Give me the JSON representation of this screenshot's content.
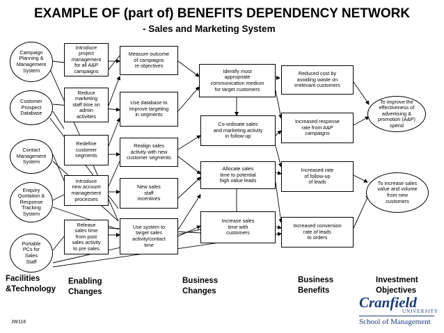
{
  "header": {
    "title": "EXAMPLE OF (part of) BENEFITS DEPENDENCY NETWORK",
    "subtitle": "- Sales and Marketing System"
  },
  "columns": {
    "facilities": "Facilities\n&Technology",
    "enabling": "Enabling\nChanges",
    "business_changes": "Business\nChanges",
    "business_benefits": "Business\nBenefits",
    "objectives": "Investment\nObjectives"
  },
  "nodes": {
    "it1": "Campaign\nPlanning &\nManagement\nSystem",
    "it2": "Customer\nProspect\nDatabase",
    "it3": "Contact\nManagement\nSystem",
    "it4": "Enquiry\nQuotation &\nResponse\nTracking\nSystem",
    "it5": "Portable\nPCs for\nSales\nStaff",
    "en1": "Introduce\nproject\nmanagement\nfor all A&P\ncampaigns",
    "en2": "Reduce\nmarketing\nstaff time on\nadmin\nactivities",
    "en3": "Redefine\ncustomer\nsegments",
    "en4": "Introduce\nnew account\nmanagement\nprocesses",
    "en5": "Release\nsales time\nfrom post\nsales activity\nto pre sales",
    "bc1": "Measure outcome\nof campaigns\nre objectives",
    "bc2": "Use database to\nimprove targeting\nin segments",
    "bc3": "Realign sales\nactivity with new\ncustomer segments",
    "bc4": "New sales\nstaff\nincentives",
    "bc5": "Use system to\ntarget sales\nactivity/contact\ntime",
    "bc6": "Identify most\nappropriate\ncommunication medium\nfor target customers",
    "bc7": "Co-ordinate sales\nand marketing activity\nin follow-up",
    "bc8": "Allocate sales\ntime to potential\nhigh value leads",
    "bc9": "Increase sales\ntime with\ncustomers",
    "bb1": "Reduced cost by\navoiding waste on\nirrelevant customers",
    "bb2": "Increased response\nrate from A&P\ncampaigns",
    "bb3": "Increased rate\nof follow-up\nof leads",
    "bb4": "Increased conversion\nrate of leads\nto orders",
    "ob1": "To improve the\neffectiveness of\nadvertising &\npromotion (A&P)\nspend",
    "ob2": "To increase sales\nvalue and volume\nfrom new\ncustomers"
  },
  "footer": {
    "ref": "JW116",
    "logo_name": "Cranfield",
    "logo_univ": "UNIVERSITY",
    "logo_school": "School of Management",
    "logo_color": "#1a3a7a"
  }
}
